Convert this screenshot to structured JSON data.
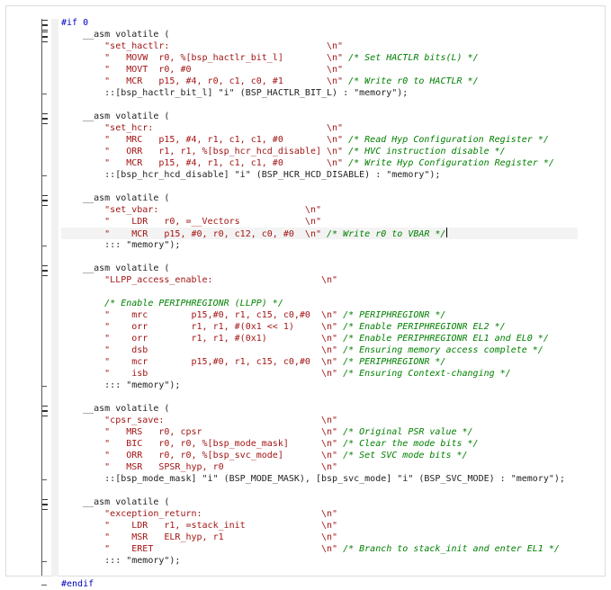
{
  "editor": {
    "lines": [
      [
        [
          "pp",
          "#if 0"
        ]
      ],
      [
        [
          "txt",
          "    __asm volatile ("
        ]
      ],
      [
        [
          "str",
          "        \"set_hactlr:                             \\n\""
        ]
      ],
      [
        [
          "str",
          "        \"   MOVW  r0, %[bsp_hactlr_bit_l]        \\n\""
        ],
        [
          "cmt",
          " /* Set HACTLR bits(L) */"
        ]
      ],
      [
        [
          "str",
          "        \"   MOVT  r0, #0                         \\n\""
        ]
      ],
      [
        [
          "str",
          "        \"   MCR   p15, #4, r0, c1, c0, #1        \\n\""
        ],
        [
          "cmt",
          " /* Write r0 to HACTLR */"
        ]
      ],
      [
        [
          "txt",
          "        ::[bsp_hactlr_bit_l] \"i\" (BSP_HACTLR_BIT_L) : \"memory\");"
        ]
      ],
      [
        [
          "txt",
          ""
        ]
      ],
      [
        [
          "txt",
          "    __asm volatile ("
        ]
      ],
      [
        [
          "str",
          "        \"set_hcr:                                \\n\""
        ]
      ],
      [
        [
          "str",
          "        \"   MRC   p15, #4, r1, c1, c1, #0        \\n\""
        ],
        [
          "cmt",
          " /* Read Hyp Configuration Register */"
        ]
      ],
      [
        [
          "str",
          "        \"   ORR   r1, r1, %[bsp_hcr_hcd_disable] \\n\""
        ],
        [
          "cmt",
          " /* HVC instruction disable */"
        ]
      ],
      [
        [
          "str",
          "        \"   MCR   p15, #4, r1, c1, c1, #0        \\n\""
        ],
        [
          "cmt",
          " /* Write Hyp Configuration Register */"
        ]
      ],
      [
        [
          "txt",
          "        ::[bsp_hcr_hcd_disable] \"i\" (BSP_HCR_HCD_DISABLE) : \"memory\");"
        ]
      ],
      [
        [
          "txt",
          ""
        ]
      ],
      [
        [
          "txt",
          "    __asm volatile ("
        ]
      ],
      [
        [
          "str",
          "        \"set_vbar:                           \\n\""
        ]
      ],
      [
        [
          "str",
          "        \"    LDR   r0, =__Vectors            \\n\""
        ]
      ],
      [
        [
          "str",
          "        \"    MCR   p15, #0, r0, c12, c0, #0  \\n\""
        ],
        [
          "cmt",
          " /* Write r0 to VBAR */"
        ]
      ],
      [
        [
          "txt",
          "        ::: \"memory\");"
        ]
      ],
      [
        [
          "txt",
          ""
        ]
      ],
      [
        [
          "txt",
          "    __asm volatile ("
        ]
      ],
      [
        [
          "str",
          "        \"LLPP_access_enable:                    \\n\""
        ]
      ],
      [
        [
          "txt",
          ""
        ]
      ],
      [
        [
          "cmt",
          "        /* Enable PERIPHREGIONR (LLPP) */"
        ]
      ],
      [
        [
          "str",
          "        \"    mrc        p15,#0, r1, c15, c0,#0  \\n\""
        ],
        [
          "cmt",
          " /* PERIPHREGIONR */"
        ]
      ],
      [
        [
          "str",
          "        \"    orr        r1, r1, #(0x1 << 1)     \\n\""
        ],
        [
          "cmt",
          " /* Enable PERIPHREGIONR EL2 */"
        ]
      ],
      [
        [
          "str",
          "        \"    orr        r1, r1, #(0x1)          \\n\""
        ],
        [
          "cmt",
          " /* Enable PERIPHREGIONR EL1 and EL0 */"
        ]
      ],
      [
        [
          "str",
          "        \"    dsb                                \\n\""
        ],
        [
          "cmt",
          " /* Ensuring memory access complete */"
        ]
      ],
      [
        [
          "str",
          "        \"    mcr        p15,#0, r1, c15, c0,#0  \\n\""
        ],
        [
          "cmt",
          " /* PERIPHREGIONR */"
        ]
      ],
      [
        [
          "str",
          "        \"    isb                                \\n\""
        ],
        [
          "cmt",
          " /* Ensuring Context-changing */"
        ]
      ],
      [
        [
          "txt",
          "        ::: \"memory\");"
        ]
      ],
      [
        [
          "txt",
          ""
        ]
      ],
      [
        [
          "txt",
          "    __asm volatile ("
        ]
      ],
      [
        [
          "str",
          "        \"cpsr_save:                             \\n\""
        ]
      ],
      [
        [
          "str",
          "        \"   MRS   r0, cpsr                      \\n\""
        ],
        [
          "cmt",
          " /* Original PSR value */"
        ]
      ],
      [
        [
          "str",
          "        \"   BIC   r0, r0, %[bsp_mode_mask]      \\n\""
        ],
        [
          "cmt",
          " /* Clear the mode bits */"
        ]
      ],
      [
        [
          "str",
          "        \"   ORR   r0, r0, %[bsp_svc_mode]       \\n\""
        ],
        [
          "cmt",
          " /* Set SVC mode bits */"
        ]
      ],
      [
        [
          "str",
          "        \"   MSR   SPSR_hyp, r0                  \\n\""
        ]
      ],
      [
        [
          "txt",
          "        ::[bsp_mode_mask] \"i\" (BSP_MODE_MASK), [bsp_svc_mode] \"i\" (BSP_SVC_MODE) : \"memory\");"
        ]
      ],
      [
        [
          "txt",
          ""
        ]
      ],
      [
        [
          "txt",
          "    __asm volatile ("
        ]
      ],
      [
        [
          "str",
          "        \"exception_return:                      \\n\""
        ]
      ],
      [
        [
          "str",
          "        \"    LDR   r1, =stack_init              \\n\""
        ]
      ],
      [
        [
          "str",
          "        \"    MSR   ELR_hyp, r1                  \\n\""
        ]
      ],
      [
        [
          "str",
          "        \"    ERET                               \\n\""
        ],
        [
          "cmt",
          " /* Branch to stack_init and enter EL1 */"
        ]
      ],
      [
        [
          "txt",
          "        ::: \"memory\");"
        ]
      ],
      [
        [
          "txt",
          ""
        ]
      ],
      [
        [
          "pp",
          "#endif"
        ]
      ]
    ],
    "active_line": 18
  }
}
